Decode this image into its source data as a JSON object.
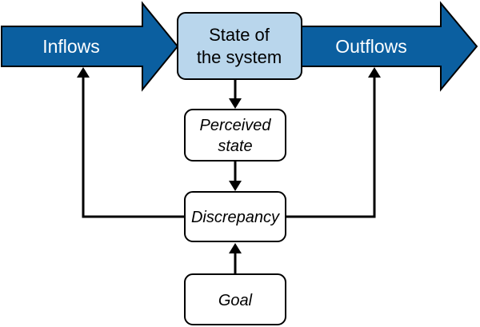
{
  "diagram": {
    "inflows": {
      "label": "Inflows",
      "color": "#0b5fa0"
    },
    "outflows": {
      "label": "Outflows",
      "color": "#0b5fa0"
    },
    "state": {
      "line1": "State of",
      "line2": "the system",
      "fill": "#b9d6ec"
    },
    "perceived": {
      "line1": "Perceived",
      "line2": "state"
    },
    "discrepancy": {
      "label": "Discrepancy"
    },
    "goal": {
      "label": "Goal"
    }
  }
}
